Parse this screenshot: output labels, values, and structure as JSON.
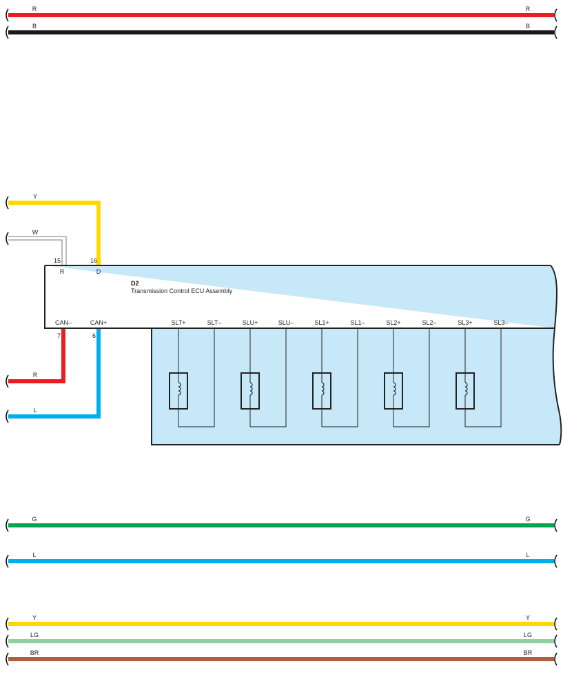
{
  "colors": {
    "R": "#ed1c24",
    "B": "#1a1a1a",
    "Y": "#ffd800",
    "G": "#00a651",
    "L": "#00aeef",
    "LG": "#8fd1a4",
    "BR": "#b05f3c",
    "W": "#777777",
    "ecu_fill": "#c6e8f8",
    "outline": "#222222"
  },
  "wires": [
    {
      "code": "R",
      "left_label": "R",
      "right_label": "R"
    },
    {
      "code": "B",
      "left_label": "B",
      "right_label": "B"
    },
    {
      "code": "G",
      "left_label": "G",
      "right_label": "G"
    },
    {
      "code": "L",
      "left_label": "L",
      "right_label": "L"
    },
    {
      "code": "Y",
      "left_label": "Y",
      "right_label": "Y"
    },
    {
      "code": "LG",
      "left_label": "LG",
      "right_label": "LG"
    },
    {
      "code": "BR",
      "left_label": "BR",
      "right_label": "BR"
    }
  ],
  "ecu": {
    "code": "D2",
    "name": "Transmission Control ECU Assembly",
    "top_pins": [
      {
        "term": "R",
        "num": "15",
        "wire": "W"
      },
      {
        "term": "D",
        "num": "16",
        "wire": "Y"
      }
    ],
    "bottom_pins": [
      {
        "term": "CAN–",
        "num": "7",
        "wire": "R"
      },
      {
        "term": "CAN+",
        "num": "6",
        "wire": "L"
      }
    ],
    "solenoids": [
      {
        "plus": "SLT+",
        "minus": "SLT–"
      },
      {
        "plus": "SLU+",
        "minus": "SLU–"
      },
      {
        "plus": "SL1+",
        "minus": "SL1–"
      },
      {
        "plus": "SL2+",
        "minus": "SL2–"
      },
      {
        "plus": "SL3+",
        "minus": "SL3–"
      }
    ]
  },
  "ecu_wires": [
    {
      "code": "Y",
      "label": "Y"
    },
    {
      "code": "W",
      "label": "W"
    },
    {
      "code": "R",
      "label": "R"
    },
    {
      "code": "L",
      "label": "L"
    }
  ]
}
